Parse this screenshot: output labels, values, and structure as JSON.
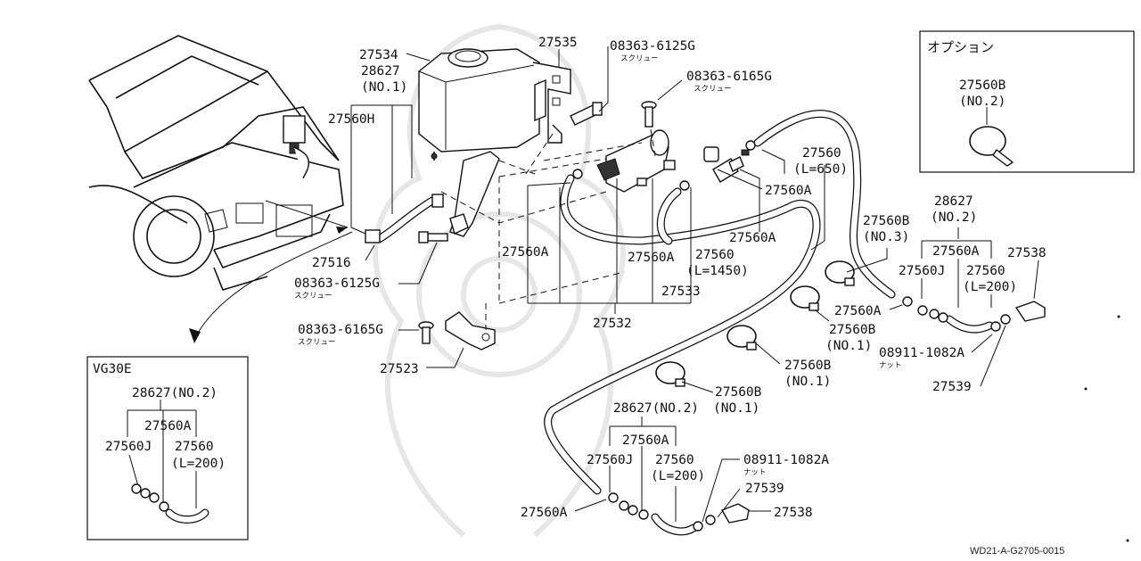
{
  "diagram_id": "WD21-A-G2705-0015",
  "labels": {
    "l27534": "27534",
    "l28627_top": "28627",
    "l28627_top_no": "(NO.1)",
    "l27560H": "27560H",
    "l27535": "27535",
    "l08363_6125G_top": "08363-6125G",
    "screw_top1": "スクリュー",
    "l08363_6165G_top": "08363-6165G",
    "screw_top2": "スクリュー",
    "l27560_650": "27560",
    "l27560_650_len": "(L=650)",
    "l27560A_r1": "27560A",
    "l27560A_left": "27560A",
    "l27560A_mid": "27560A",
    "l27560A_mid2": "27560A",
    "l27560_1450": "27560",
    "l27560_1450_len": "(L=1450)",
    "l27533": "27533",
    "l27532": "27532",
    "l27516": "27516",
    "l08363_6125G_bot": "08363-6125G",
    "screw_bot1": "スクリュー",
    "l08363_6165G_bot": "08363-6165G",
    "screw_bot2": "スクリュー",
    "l27523": "27523",
    "l27560B_no3": "27560B",
    "l27560B_no3_n": "(NO.3)",
    "l28627_r": "28627",
    "l28627_r_no": "(NO.2)",
    "l27560A_r2": "27560A",
    "l27538_r": "27538",
    "l27560J_r": "27560J",
    "l27560_200_r": "27560",
    "l27560_200_r_len": "(L=200)",
    "l27560A_r3": "27560A",
    "l27560B_no1_a": "27560B",
    "l27560B_no1_a_n": "(NO.1)",
    "l08911_r": "08911-1082A",
    "nut_r": "ナット",
    "l27539_r": "27539",
    "l27560B_no1_b": "27560B",
    "l27560B_no1_b_n": "(NO.1)",
    "l27560B_no1_c": "27560B",
    "l27560B_no1_c_n": "(NO.1)",
    "l28627_b": "28627(NO.2)",
    "l27560A_b": "27560A",
    "l27560J_b": "27560J",
    "l27560_200_b": "27560",
    "l27560_200_b_len": "(L=200)",
    "l08911_b": "08911-1082A",
    "nut_b": "ナット",
    "l27539_b": "27539",
    "l27538_b": "27538",
    "l27560A_b2": "27560A"
  },
  "option_box": {
    "title": "オプション",
    "part": "27560B",
    "part_no": "(NO.2)"
  },
  "vg30e_box": {
    "title": "VG30E",
    "l28627": "28627(NO.2)",
    "l27560A": "27560A",
    "l27560J": "27560J",
    "l27560": "27560",
    "l27560_len": "(L=200)"
  }
}
